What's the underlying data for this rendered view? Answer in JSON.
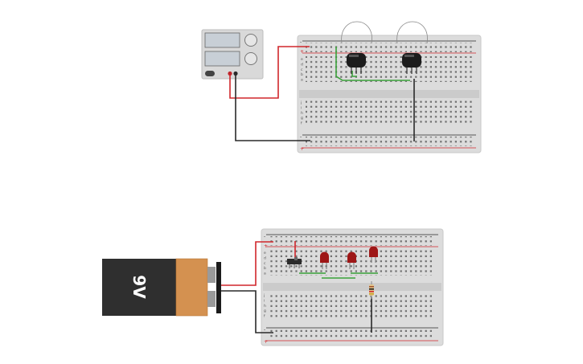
{
  "power_supply": {
    "display_1": "",
    "display_2": "",
    "colors": {
      "body": "#d9d9d9",
      "display": "#c8cfd6",
      "knob": "#e6e6e6"
    }
  },
  "battery": {
    "label": "9V",
    "colors": {
      "body": "#2f2f2f",
      "cap": "#d49150",
      "terminal": "#9a9a9a"
    }
  },
  "breadboard_top": {
    "row_letters": [
      "a",
      "b",
      "c",
      "d",
      "e",
      "f",
      "g",
      "h",
      "i",
      "j"
    ],
    "rail_plus": "+",
    "rail_minus": "-"
  },
  "breadboard_bottom": {
    "row_letters": [
      "a",
      "b",
      "c",
      "d",
      "e",
      "f",
      "g",
      "h",
      "i",
      "j"
    ],
    "rail_plus": "+",
    "rail_minus": "-"
  },
  "components": {
    "sensors": [
      "sensor-1",
      "sensor-2"
    ],
    "leds": [
      "led-1",
      "led-2",
      "led-3"
    ],
    "slide_switch": "slide-switch",
    "resistor": "resistor"
  },
  "wire_colors": {
    "red": "#d0262b",
    "black": "#2a2a2a",
    "green": "#3aa23a"
  }
}
